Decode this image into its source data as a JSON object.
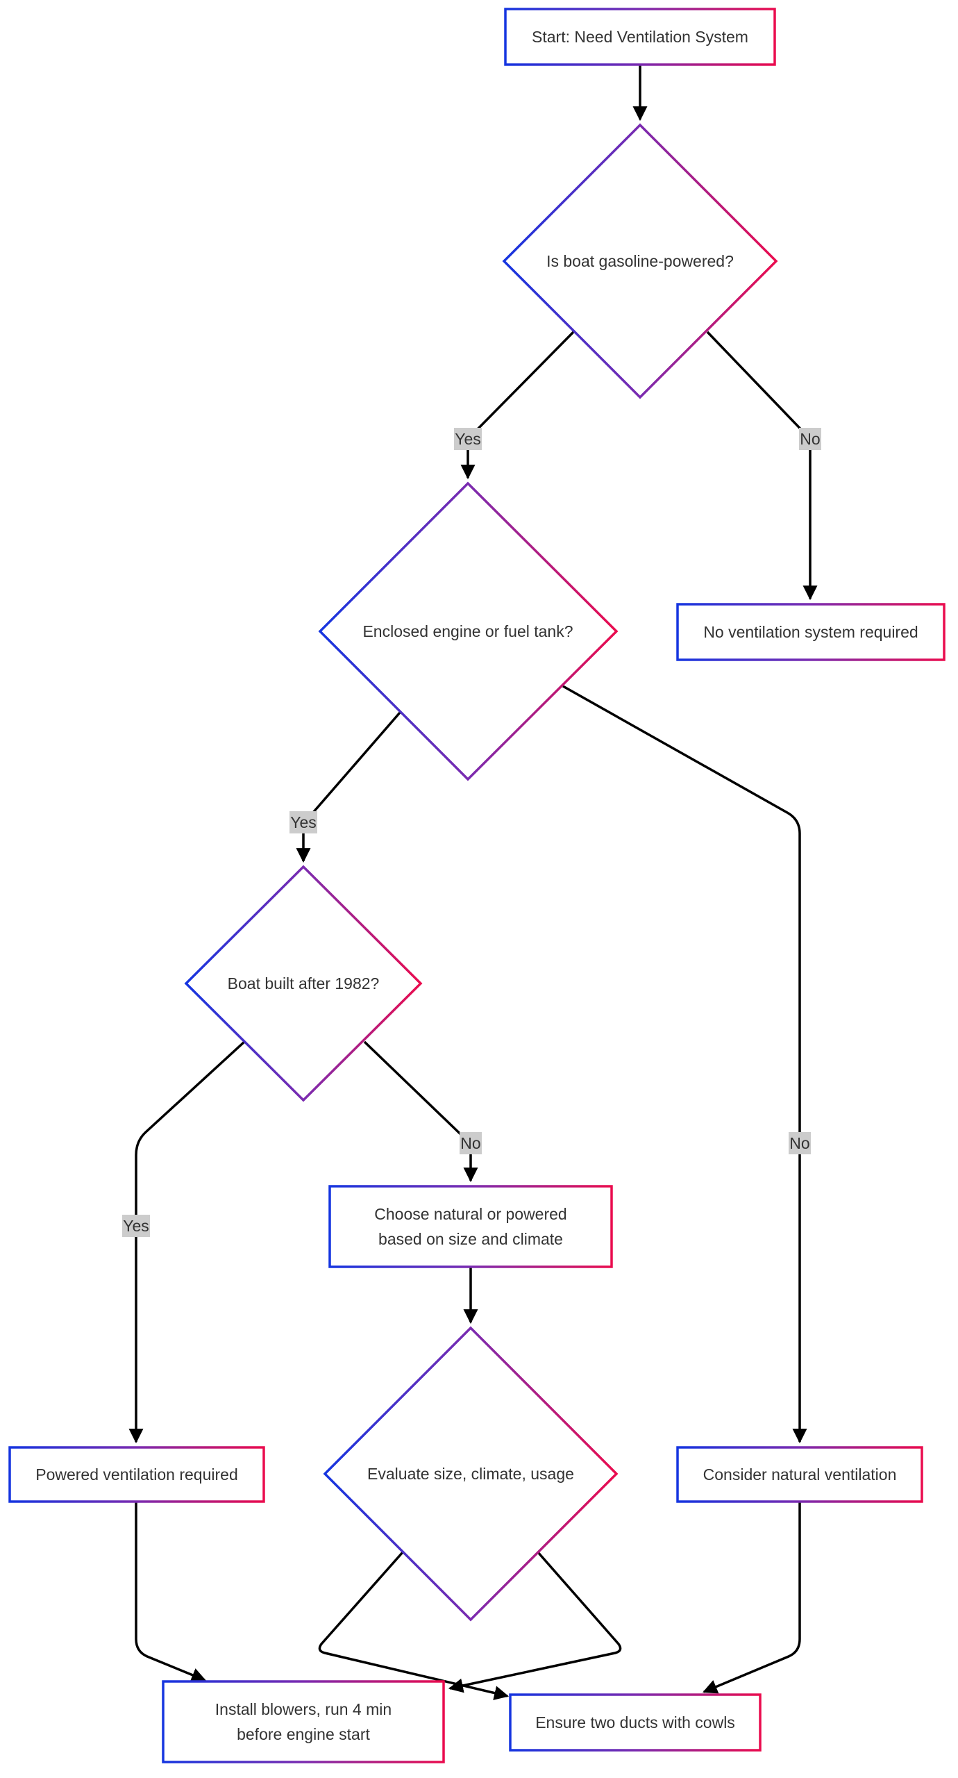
{
  "colors": {
    "gradient_start": "#1535e0",
    "gradient_mid": "#7a2bb0",
    "gradient_end": "#ea0c4e",
    "edge": "#000000",
    "label_background": "#cccccc",
    "text": "#333333"
  },
  "nodes": {
    "start": "Start: Need Ventilation System",
    "is_gasoline": "Is boat gasoline-powered?",
    "enclosed": "Enclosed engine or fuel tank?",
    "no_ventilation": "No ventilation system required",
    "built_after_1982": "Boat built after 1982?",
    "choose_natural_or_powered": [
      "Choose natural or powered",
      "based on size and climate"
    ],
    "evaluate": "Evaluate size, climate, usage",
    "powered_required": "Powered ventilation required",
    "consider_natural": "Consider natural ventilation",
    "install_blowers": [
      "Install blowers, run 4 min",
      "before engine start"
    ],
    "ensure_ducts": "Ensure two ducts with cowls"
  },
  "edge_labels": {
    "gasoline_yes": "Yes",
    "gasoline_no": "No",
    "enclosed_yes": "Yes",
    "enclosed_no": "No",
    "after_1982_yes": "Yes",
    "after_1982_no": "No"
  }
}
